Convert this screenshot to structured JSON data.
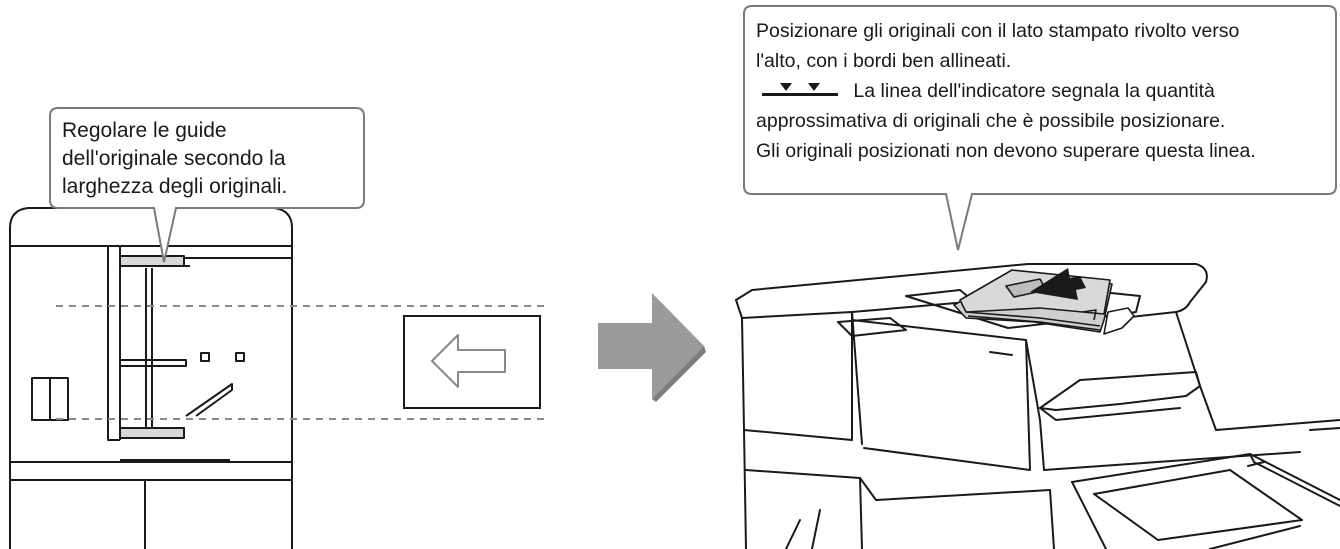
{
  "callouts": {
    "guides": {
      "lines": [
        "Regolare le guide",
        "dell'originale secondo la",
        "larghezza degli originali."
      ]
    },
    "placement": {
      "lines": [
        "Posizionare gli originali con il lato stampato rivolto verso",
        "l'alto, con i bordi ben allineati."
      ],
      "indicator_text": "La linea dell'indicatore segnala la quantità",
      "indicator_lines": [
        "approssimativa di originali che è possibile posizionare.",
        "Gli originali posizionati non devono superare questa linea."
      ]
    }
  },
  "icons": {
    "left_arrow": "left-arrow-icon",
    "step_arrow": "right-arrow-icon",
    "indicator": "indicator-line-icon"
  },
  "colors": {
    "callout_border": "#7a7a7a",
    "line": "#1a1a1a",
    "arrow_gray": "#9a9a9a",
    "paper_gray": "#cfcfcf"
  }
}
